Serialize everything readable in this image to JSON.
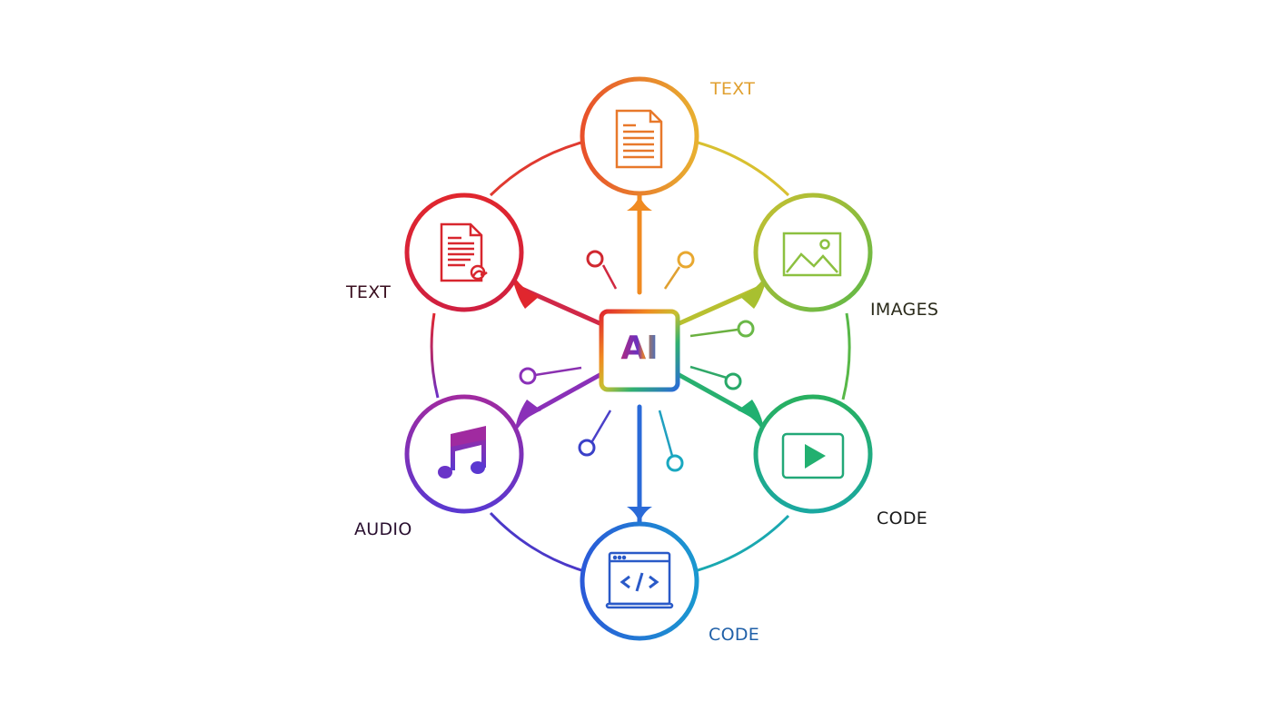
{
  "diagram": {
    "center": {
      "label": "AI",
      "icon": "chip-icon"
    },
    "nodes": [
      {
        "id": "top",
        "label": "TEXT",
        "icon": "document-icon",
        "color": "#f07a22",
        "label_color": "#e0a030"
      },
      {
        "id": "upper-left",
        "label": "TEXT",
        "icon": "signed-document-icon",
        "color": "#e0262e",
        "label_color": "#3a1020"
      },
      {
        "id": "upper-right",
        "label": "IMAGES",
        "icon": "image-icon",
        "color": "#9cc83a",
        "label_color": "#2a2a1a"
      },
      {
        "id": "lower-right",
        "label": "CODE",
        "icon": "video-play-icon",
        "color": "#1fb07a",
        "label_color": "#1a1a1a"
      },
      {
        "id": "bottom",
        "label": "CODE",
        "icon": "code-window-icon",
        "color": "#2a78d8",
        "label_color": "#2060a8"
      },
      {
        "id": "lower-left",
        "label": "AUDIO",
        "icon": "music-note-icon",
        "color": "#7a30c0",
        "label_color": "#2a1030"
      }
    ],
    "palette": {
      "red": "#e0262e",
      "orange": "#f07a22",
      "yellow": "#e8c030",
      "lime": "#a8c83a",
      "green": "#20b070",
      "teal": "#1aa8b8",
      "blue": "#2a6ad8",
      "purple": "#7a30c0",
      "magenta": "#b02a90"
    }
  }
}
